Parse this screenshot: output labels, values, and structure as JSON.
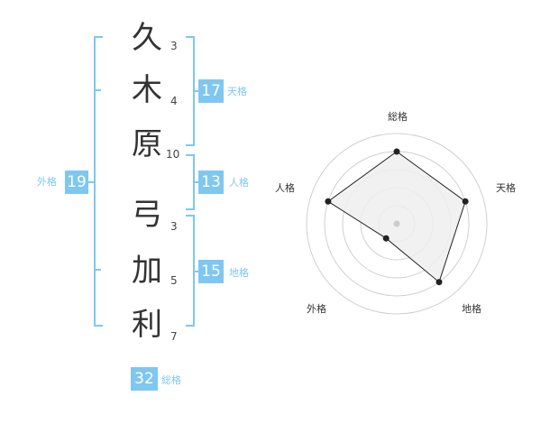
{
  "name": {
    "characters": [
      {
        "char": "久",
        "strokes": "3"
      },
      {
        "char": "木",
        "strokes": "4"
      },
      {
        "char": "原",
        "strokes": "10"
      },
      {
        "char": "弓",
        "strokes": "3"
      },
      {
        "char": "加",
        "strokes": "5"
      },
      {
        "char": "利",
        "strokes": "7"
      }
    ]
  },
  "fortune": {
    "tenkaku": {
      "value": "17",
      "label": "天格"
    },
    "jinkaku": {
      "value": "13",
      "label": "人格"
    },
    "chikaku": {
      "value": "15",
      "label": "地格"
    },
    "gaikaku": {
      "value": "19",
      "label": "外格"
    },
    "soukaku": {
      "value": "32",
      "label": "総格"
    }
  },
  "radar": {
    "axes": [
      "総格",
      "天格",
      "地格",
      "外格",
      "人格"
    ],
    "values": [
      0.8,
      0.8,
      0.8,
      0.2,
      0.8
    ],
    "colors": {
      "fill": "#efefef",
      "stroke": "#222222",
      "grid": "#d0d0d0",
      "center": "#cccccc"
    }
  }
}
